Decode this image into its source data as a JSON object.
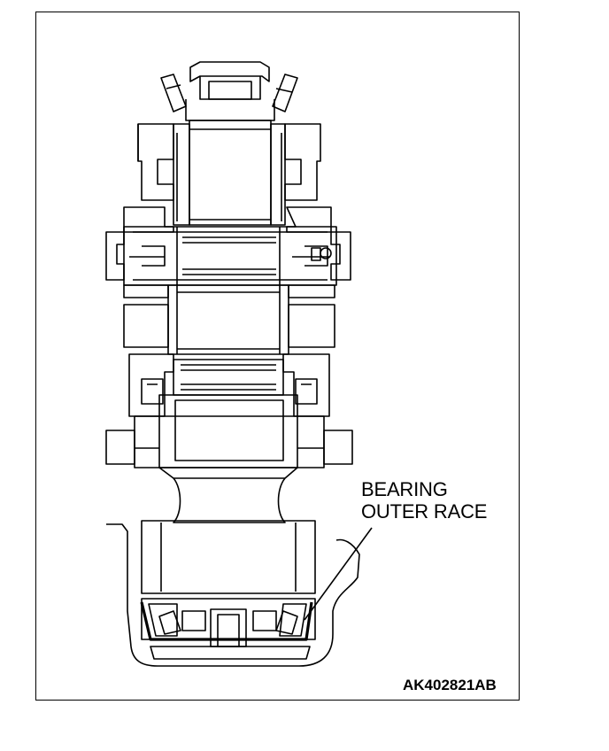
{
  "callout": {
    "line1": "BEARING",
    "line2": "OUTER RACE"
  },
  "figure_id": "AK402821AB",
  "colors": {
    "ink": "#000000",
    "paper": "#ffffff"
  }
}
